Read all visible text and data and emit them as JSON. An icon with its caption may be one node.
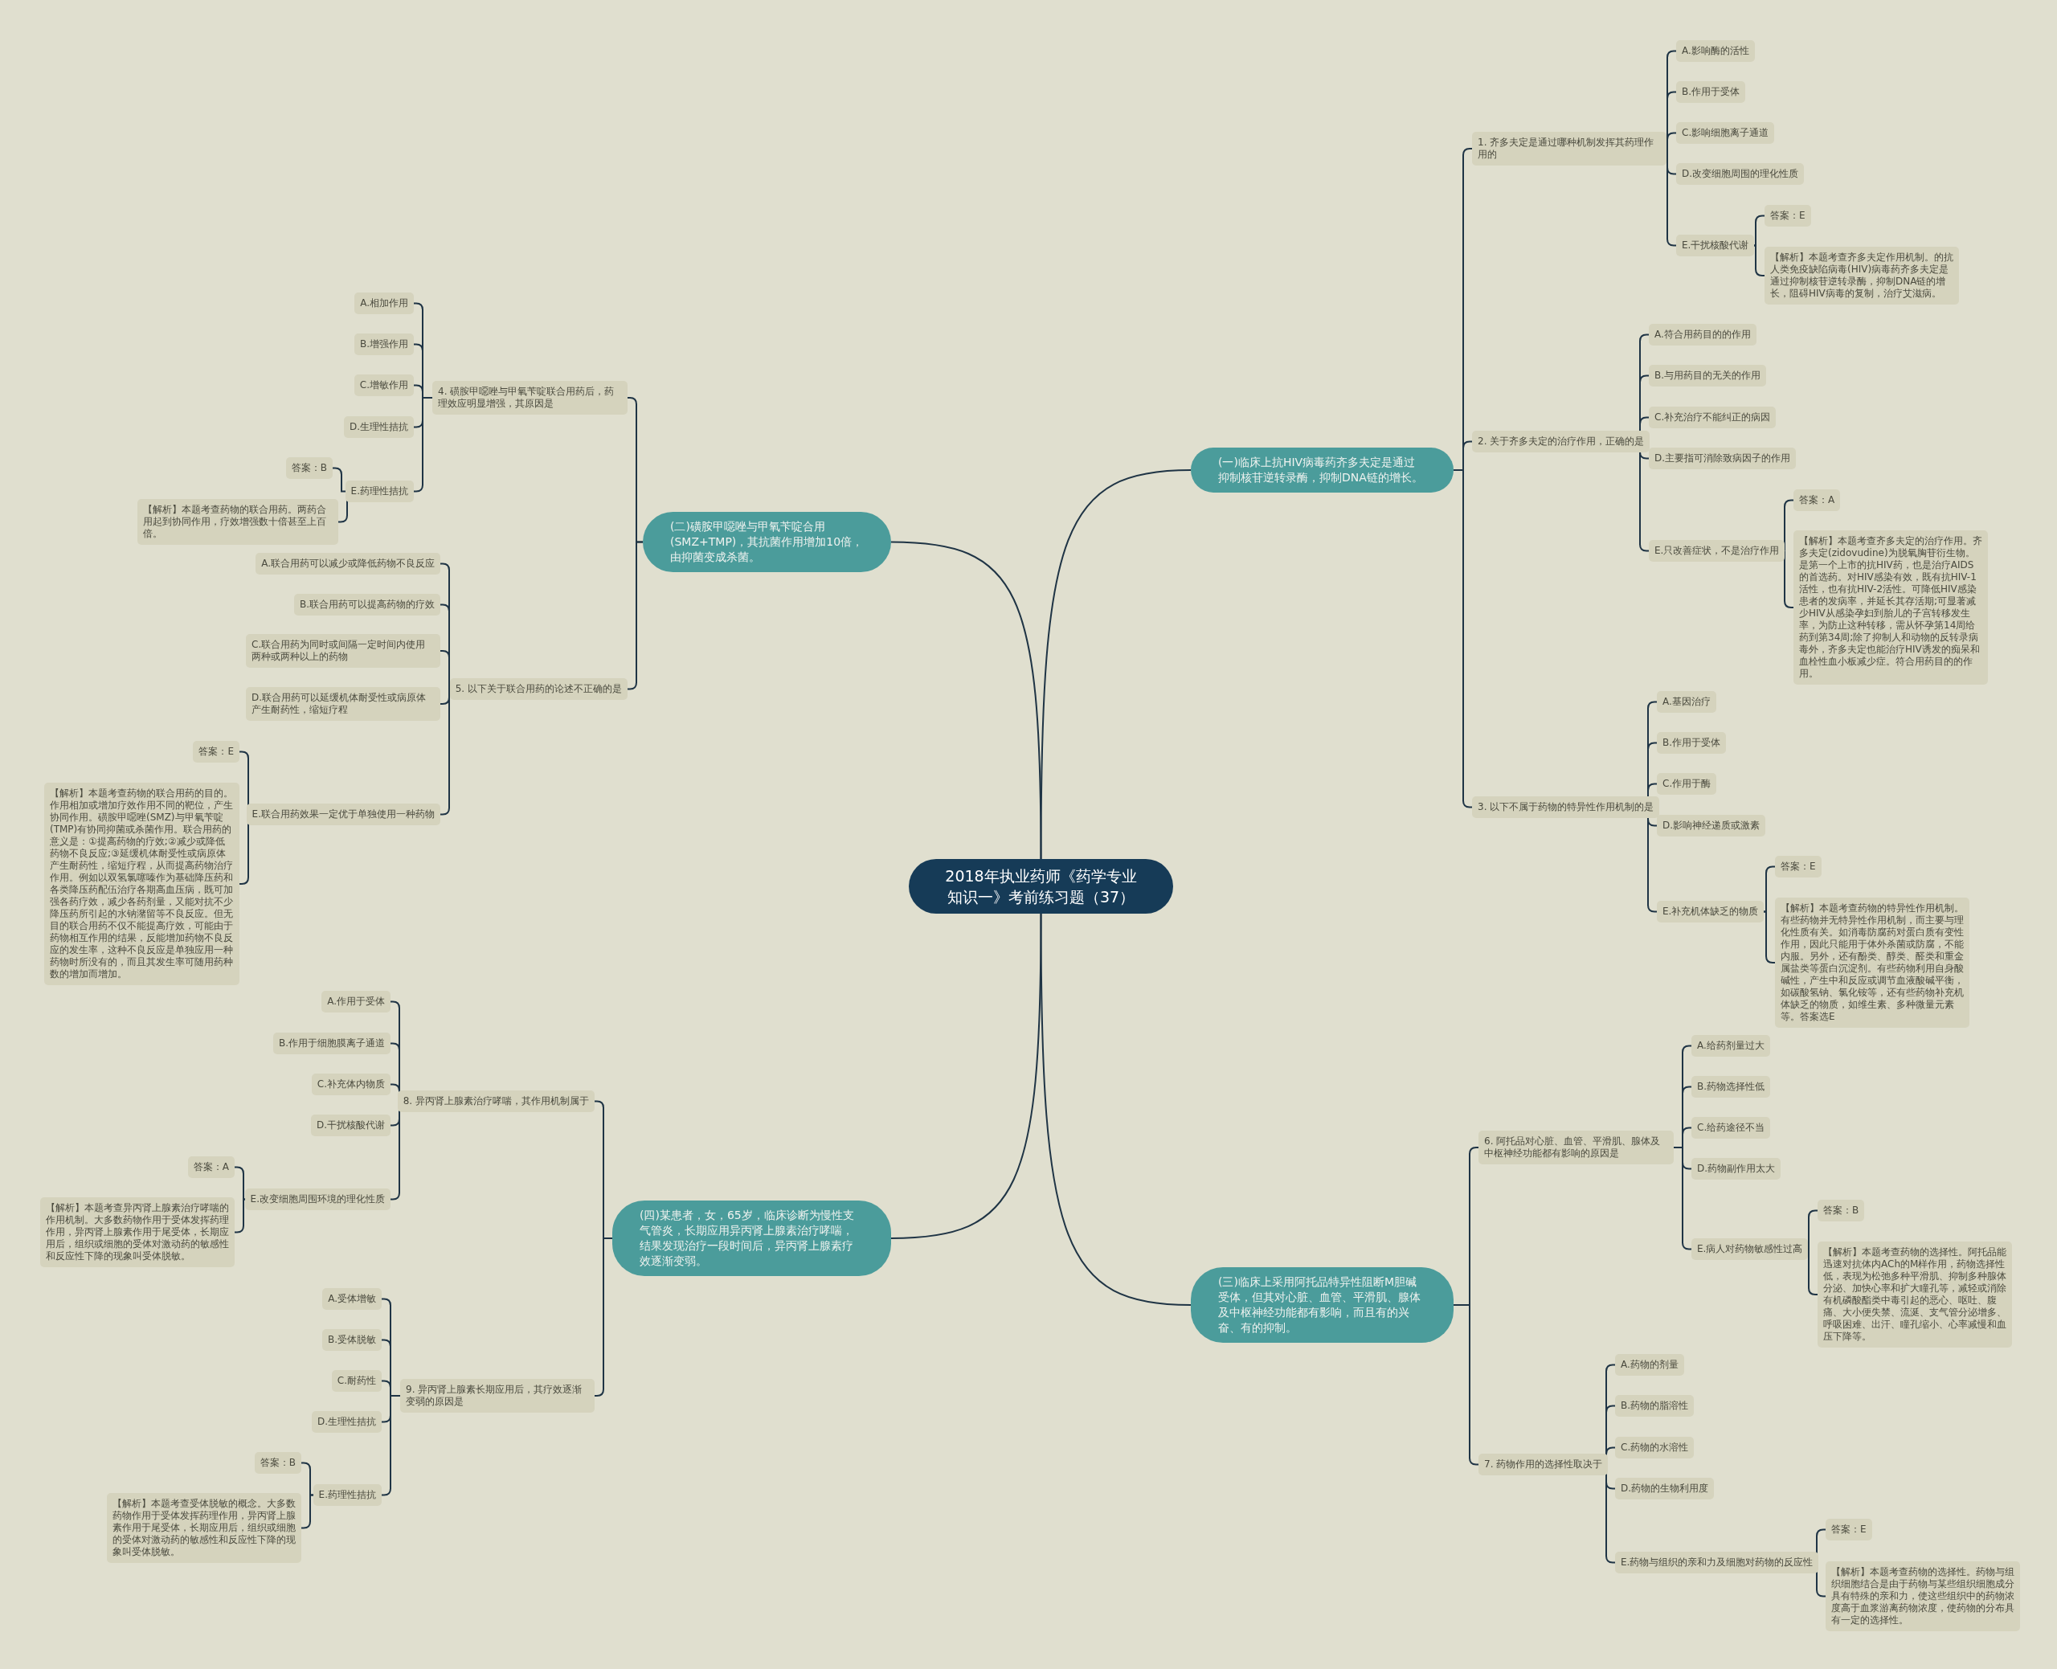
{
  "diagram": {
    "nodes": [
      {
        "text": [
          "2018年执业药师《药学专业知识一》考前练习题（37）"
        ]
      },
      {
        "text": [
          "(一)临床上抗HIV病毒药齐多夫定是通过抑制核苷逆转录酶，抑制DNA链的增长。"
        ]
      },
      {
        "text": [
          "1. 齐多夫定是通过哪种机制发挥其药理作用的"
        ]
      },
      {
        "text": [
          "A.影响酶的活性"
        ]
      },
      {
        "text": [
          "B.作用于受体"
        ]
      },
      {
        "text": [
          "C.影响细胞离子通道"
        ]
      },
      {
        "text": [
          "D.改变细胞周围的理化性质"
        ]
      },
      {
        "text": [
          "E.干扰核酸代谢"
        ]
      },
      {
        "text": [
          "答案：E"
        ]
      },
      {
        "text": [
          "【解析】本题考查齐多夫定作用机制。的抗人类免疫缺陷病毒(HIV)病毒药齐多夫定是通过抑制核苷逆转录酶，抑制DNA链的增长，阻碍HIV病毒的复制，治疗艾滋病。"
        ]
      },
      {
        "text": [
          "2. 关于齐多夫定的治疗作用，正确的是"
        ]
      },
      {
        "text": [
          "A.符合用药目的的作用"
        ]
      },
      {
        "text": [
          "B.与用药目的无关的作用"
        ]
      },
      {
        "text": [
          "C.补充治疗不能纠正的病因"
        ]
      },
      {
        "text": [
          "D.主要指可消除致病因子的作用"
        ]
      },
      {
        "text": [
          "E.只改善症状，不是治疗作用"
        ]
      },
      {
        "text": [
          "答案：A"
        ]
      },
      {
        "text": [
          "【解析】本题考查齐多夫定的治疗作用。齐多夫定(zidovudine)为脱氧胸苷衍生物。是第一个上市的抗HIV药，也是治疗AIDS的首选药。对HIV感染有效，既有抗HIV-1活性，也有抗HIV-2活性。可降低HIV感染患者的发病率，并延长其存活期;可显著减少HIV从感染孕妇到胎儿的子宫转移发生率，为防止这种转移，需从怀孕第14周给药到第34周;除了抑制人和动物的反转录病毒外，齐多夫定也能治疗HIV诱发的痴呆和血栓性血小板减少症。符合用药目的的作用。"
        ]
      },
      {
        "text": [
          "3. 以下不属于药物的特异性作用机制的是"
        ]
      },
      {
        "text": [
          "A.基因治疗"
        ]
      },
      {
        "text": [
          "B.作用于受体"
        ]
      },
      {
        "text": [
          "C.作用于酶"
        ]
      },
      {
        "text": [
          "D.影响神经递质或激素"
        ]
      },
      {
        "text": [
          "E.补充机体缺乏的物质"
        ]
      },
      {
        "text": [
          "答案：E"
        ]
      },
      {
        "text": [
          "【解析】本题考查药物的特异性作用机制。有些药物并无特异性作用机制，而主要与理化性质有关。如消毒防腐药对蛋白质有变性作用，因此只能用于体外杀菌或防腐，不能内服。另外，还有酚类、醇类、醛类和重金属盐类等蛋白沉淀剂。有些药物利用自身酸碱性，产生中和反应或调节血液酸碱平衡，如碳酸氢钠、氯化铵等，还有些药物补充机体缺乏的物质，如维生素、多种微量元素等。答案选E"
        ]
      },
      {
        "text": [
          "(三)临床上采用阿托品特异性阻断M胆碱受体，但其对心脏、血管、平滑肌、腺体及中枢神经功能都有影响，而且有的兴奋、有的抑制。"
        ]
      },
      {
        "text": [
          "6. 阿托品对心脏、血管、平滑肌、腺体及中枢神经功能都有影响的原因是"
        ]
      },
      {
        "text": [
          "A.给药剂量过大"
        ]
      },
      {
        "text": [
          "B.药物选择性低"
        ]
      },
      {
        "text": [
          "C.给药途径不当"
        ]
      },
      {
        "text": [
          "D.药物副作用太大"
        ]
      },
      {
        "text": [
          "E.病人对药物敏感性过高"
        ]
      },
      {
        "text": [
          "答案：B"
        ]
      },
      {
        "text": [
          "【解析】本题考查药物的选择性。阿托品能迅速对抗体内ACh的M样作用，药物选择性低，表现为松弛多种平滑肌、抑制多种腺体分泌、加快心率和扩大瞳孔等，减轻或消除有机磷酸酯类中毒引起的恶心、呕吐、腹痛、大小便失禁、流涎、支气管分泌增多、呼吸困难、出汗、瞳孔缩小、心率减慢和血压下降等。"
        ]
      },
      {
        "text": [
          "7. 药物作用的选择性取决于"
        ]
      },
      {
        "text": [
          "A.药物的剂量"
        ]
      },
      {
        "text": [
          "B.药物的脂溶性"
        ]
      },
      {
        "text": [
          "C.药物的水溶性"
        ]
      },
      {
        "text": [
          "D.药物的生物利用度"
        ]
      },
      {
        "text": [
          "E.药物与组织的亲和力及细胞对药物的反应性"
        ]
      },
      {
        "text": [
          "答案：E"
        ]
      },
      {
        "text": [
          "【解析】本题考查药物的选择性。药物与组织细胞结合是由于药物与某些组织细胞成分具有特殊的亲和力，使这些组织中的药物浓度高于血浆游离药物浓度，使药物的分布具有一定的选择性。"
        ]
      },
      {
        "text": [
          "(二)磺胺甲噁唑与甲氧苄啶合用(SMZ+TMP)，其抗菌作用增加10倍，由抑菌变成杀菌。"
        ]
      },
      {
        "text": [
          "4. 磺胺甲噁唑与甲氧苄啶联合用药后，药理效应明显增强，其原因是"
        ]
      },
      {
        "text": [
          "A.相加作用"
        ]
      },
      {
        "text": [
          "B.增强作用"
        ]
      },
      {
        "text": [
          "C.增敏作用"
        ]
      },
      {
        "text": [
          "D.生理性拮抗"
        ]
      },
      {
        "text": [
          "E.药理性拮抗"
        ]
      },
      {
        "text": [
          "答案：B"
        ]
      },
      {
        "text": [
          "【解析】本题考查药物的联合用药。两药合用起到协同作用，疗效增强数十倍甚至上百倍。"
        ]
      },
      {
        "text": [
          "5. 以下关于联合用药的论述不正确的是"
        ]
      },
      {
        "text": [
          "A.联合用药可以减少或降低药物不良反应"
        ]
      },
      {
        "text": [
          "B.联合用药可以提高药物的疗效"
        ]
      },
      {
        "text": [
          "C.联合用药为同时或间隔一定时间内使用两种或两种以上的药物"
        ]
      },
      {
        "text": [
          "D.联合用药可以延缓机体耐受性或病原体产生耐药性，缩短疗程"
        ]
      },
      {
        "text": [
          "E.联合用药效果一定优于单独使用一种药物"
        ]
      },
      {
        "text": [
          "答案：E"
        ]
      },
      {
        "text": [
          "【解析】本题考查药物的联合用药的目的。作用相加或增加疗效作用不同的靶位，产生协同作用。磺胺甲噁唑(SMZ)与甲氧苄啶(TMP)有协同抑菌或杀菌作用。联合用药的意义是：①提高药物的疗效;②减少或降低药物不良反应;③延缓机体耐受性或病原体产生耐药性，缩短疗程，从而提高药物治疗作用。例如以双氢氯噻嗪作为基础降压药和各类降压药配伍治疗各期高血压病，既可加强各药疗效，减少各药剂量，又能对抗不少降压药所引起的水钠潴留等不良反应。但无目的联合用药不仅不能提高疗效，可能由于药物相互作用的结果，反能增加药物不良反应的发生率，这种不良反应是单独应用一种药物时所没有的，而且其发生率可随用药种数的增加而增加。"
        ]
      },
      {
        "text": [
          "(四)某患者，女，65岁，临床诊断为慢性支气管炎，长期应用异丙肾上腺素治疗哮喘，结果发现治疗一段时间后，异丙肾上腺素疗效逐渐变弱。"
        ]
      },
      {
        "text": [
          "8. 异丙肾上腺素治疗哮喘，其作用机制属于"
        ]
      },
      {
        "text": [
          "A.作用于受体"
        ]
      },
      {
        "text": [
          "B.作用于细胞膜离子通道"
        ]
      },
      {
        "text": [
          "C.补充体内物质"
        ]
      },
      {
        "text": [
          "D.干扰核酸代谢"
        ]
      },
      {
        "text": [
          "E.改变细胞周围环境的理化性质"
        ]
      },
      {
        "text": [
          "答案：A"
        ]
      },
      {
        "text": [
          "【解析】本题考查异丙肾上腺素治疗哮喘的作用机制。大多数药物作用于受体发挥药理作用，异丙肾上腺素作用于尾受体，长期应用后，组织或细胞的受体对激动药的敏感性和反应性下降的现象叫受体脱敏。"
        ]
      },
      {
        "text": [
          "9. 异丙肾上腺素长期应用后，其疗效逐渐变弱的原因是"
        ]
      },
      {
        "text": [
          "A.受体增敏"
        ]
      },
      {
        "text": [
          "B.受体脱敏"
        ]
      },
      {
        "text": [
          "C.耐药性"
        ]
      },
      {
        "text": [
          "D.生理性拮抗"
        ]
      },
      {
        "text": [
          "E.药理性拮抗"
        ]
      },
      {
        "text": [
          "答案：B"
        ]
      },
      {
        "text": [
          "【解析】本题考查受体脱敏的概念。大多数药物作用于受体发挥药理作用，异丙肾上腺素作用于尾受体，长期应用后，组织或细胞的受体对激动药的敏感性和反应性下降的现象叫受体脱敏。"
        ]
      }
    ],
    "edges": [
      {
        "from": 0,
        "to": 1,
        "arrow": "none"
      },
      {
        "from": 0,
        "to": 26,
        "arrow": "none"
      },
      {
        "from": 0,
        "to": 43,
        "arrow": "none"
      },
      {
        "from": 0,
        "to": 60,
        "arrow": "none"
      },
      {
        "from": 1,
        "to": 2,
        "arrow": "none"
      },
      {
        "from": 1,
        "to": 10,
        "arrow": "none"
      },
      {
        "from": 1,
        "to": 18,
        "arrow": "none"
      },
      {
        "from": 2,
        "to": 3,
        "arrow": "none"
      },
      {
        "from": 2,
        "to": 4,
        "arrow": "none"
      },
      {
        "from": 2,
        "to": 5,
        "arrow": "none"
      },
      {
        "from": 2,
        "to": 6,
        "arrow": "none"
      },
      {
        "from": 2,
        "to": 7,
        "arrow": "none"
      },
      {
        "from": 7,
        "to": 8,
        "arrow": "none"
      },
      {
        "from": 7,
        "to": 9,
        "arrow": "none"
      },
      {
        "from": 10,
        "to": 11,
        "arrow": "none"
      },
      {
        "from": 10,
        "to": 12,
        "arrow": "none"
      },
      {
        "from": 10,
        "to": 13,
        "arrow": "none"
      },
      {
        "from": 10,
        "to": 14,
        "arrow": "none"
      },
      {
        "from": 10,
        "to": 15,
        "arrow": "none"
      },
      {
        "from": 15,
        "to": 16,
        "arrow": "none"
      },
      {
        "from": 15,
        "to": 17,
        "arrow": "none"
      },
      {
        "from": 18,
        "to": 19,
        "arrow": "none"
      },
      {
        "from": 18,
        "to": 20,
        "arrow": "none"
      },
      {
        "from": 18,
        "to": 21,
        "arrow": "none"
      },
      {
        "from": 18,
        "to": 22,
        "arrow": "none"
      },
      {
        "from": 18,
        "to": 23,
        "arrow": "none"
      },
      {
        "from": 23,
        "to": 24,
        "arrow": "none"
      },
      {
        "from": 23,
        "to": 25,
        "arrow": "none"
      },
      {
        "from": 26,
        "to": 27,
        "arrow": "none"
      },
      {
        "from": 26,
        "to": 35,
        "arrow": "none"
      },
      {
        "from": 27,
        "to": 28,
        "arrow": "none"
      },
      {
        "from": 27,
        "to": 29,
        "arrow": "none"
      },
      {
        "from": 27,
        "to": 30,
        "arrow": "none"
      },
      {
        "from": 27,
        "to": 31,
        "arrow": "none"
      },
      {
        "from": 27,
        "to": 32,
        "arrow": "none"
      },
      {
        "from": 32,
        "to": 33,
        "arrow": "none"
      },
      {
        "from": 32,
        "to": 34,
        "arrow": "none"
      },
      {
        "from": 35,
        "to": 36,
        "arrow": "none"
      },
      {
        "from": 35,
        "to": 37,
        "arrow": "none"
      },
      {
        "from": 35,
        "to": 38,
        "arrow": "none"
      },
      {
        "from": 35,
        "to": 39,
        "arrow": "none"
      },
      {
        "from": 35,
        "to": 40,
        "arrow": "none"
      },
      {
        "from": 40,
        "to": 41,
        "arrow": "none"
      },
      {
        "from": 40,
        "to": 42,
        "arrow": "none"
      },
      {
        "from": 43,
        "to": 44,
        "arrow": "none"
      },
      {
        "from": 43,
        "to": 52,
        "arrow": "none"
      },
      {
        "from": 44,
        "to": 45,
        "arrow": "none"
      },
      {
        "from": 44,
        "to": 46,
        "arrow": "none"
      },
      {
        "from": 44,
        "to": 47,
        "arrow": "none"
      },
      {
        "from": 44,
        "to": 48,
        "arrow": "none"
      },
      {
        "from": 44,
        "to": 49,
        "arrow": "none"
      },
      {
        "from": 49,
        "to": 50,
        "arrow": "none"
      },
      {
        "from": 49,
        "to": 51,
        "arrow": "none"
      },
      {
        "from": 52,
        "to": 53,
        "arrow": "none"
      },
      {
        "from": 52,
        "to": 54,
        "arrow": "none"
      },
      {
        "from": 52,
        "to": 55,
        "arrow": "none"
      },
      {
        "from": 52,
        "to": 56,
        "arrow": "none"
      },
      {
        "from": 52,
        "to": 57,
        "arrow": "none"
      },
      {
        "from": 57,
        "to": 58,
        "arrow": "none"
      },
      {
        "from": 57,
        "to": 59,
        "arrow": "none"
      },
      {
        "from": 60,
        "to": 61,
        "arrow": "none"
      },
      {
        "from": 60,
        "to": 69,
        "arrow": "none"
      },
      {
        "from": 61,
        "to": 62,
        "arrow": "none"
      },
      {
        "from": 61,
        "to": 63,
        "arrow": "none"
      },
      {
        "from": 61,
        "to": 64,
        "arrow": "none"
      },
      {
        "from": 61,
        "to": 65,
        "arrow": "none"
      },
      {
        "from": 61,
        "to": 66,
        "arrow": "none"
      },
      {
        "from": 66,
        "to": 67,
        "arrow": "none"
      },
      {
        "from": 66,
        "to": 68,
        "arrow": "none"
      },
      {
        "from": 69,
        "to": 70,
        "arrow": "none"
      },
      {
        "from": 69,
        "to": 71,
        "arrow": "none"
      },
      {
        "from": 69,
        "to": 72,
        "arrow": "none"
      },
      {
        "from": 69,
        "to": 73,
        "arrow": "none"
      },
      {
        "from": 69,
        "to": 74,
        "arrow": "none"
      },
      {
        "from": 74,
        "to": 75,
        "arrow": "none"
      },
      {
        "from": 74,
        "to": 76,
        "arrow": "none"
      }
    ]
  }
}
